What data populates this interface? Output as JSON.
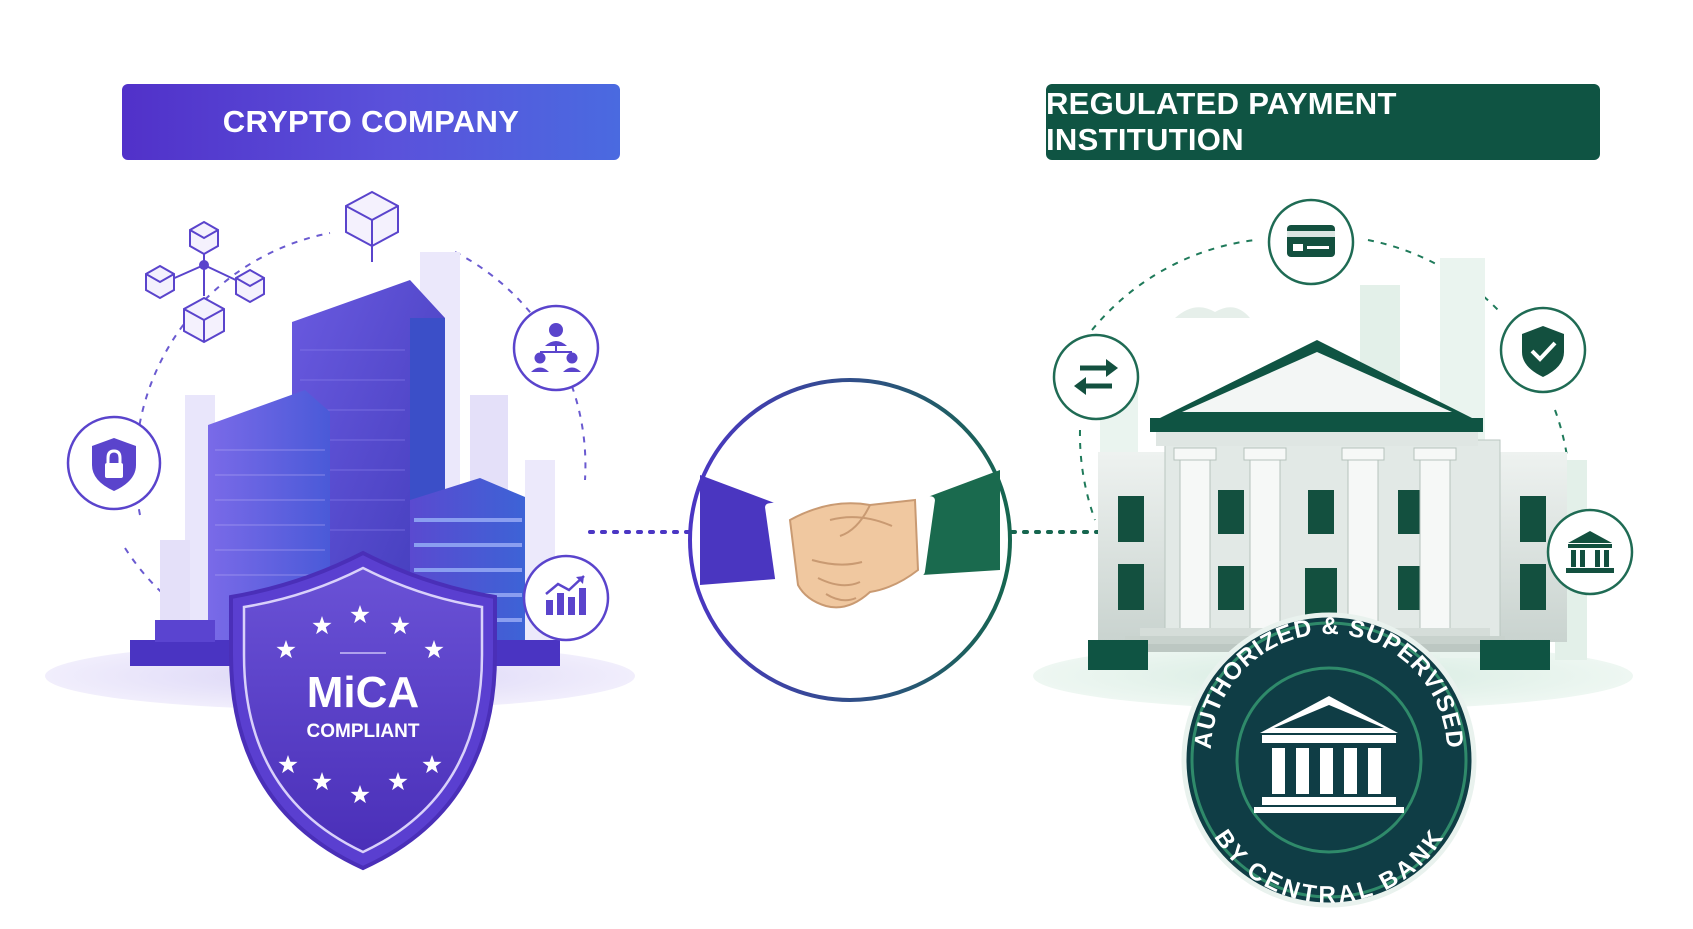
{
  "left": {
    "label": "CRYPTO COMPANY",
    "badge_title": "MiCA",
    "badge_subtitle": "COMPLIANT",
    "accent": "#5a3fd0",
    "icons": [
      "blockchain-cubes-icon",
      "lock-shield-icon",
      "network-people-icon",
      "growth-chart-icon"
    ]
  },
  "right": {
    "label": "REGULATED PAYMENT INSTITUTION",
    "seal_top": "AUTHORIZED & SUPERVISED",
    "seal_bottom": "BY CENTRAL BANK",
    "accent": "#0f5443",
    "icons": [
      "credit-card-icon",
      "transfer-arrows-icon",
      "check-shield-icon",
      "bank-icon"
    ]
  },
  "center": {
    "icon": "handshake-icon"
  }
}
